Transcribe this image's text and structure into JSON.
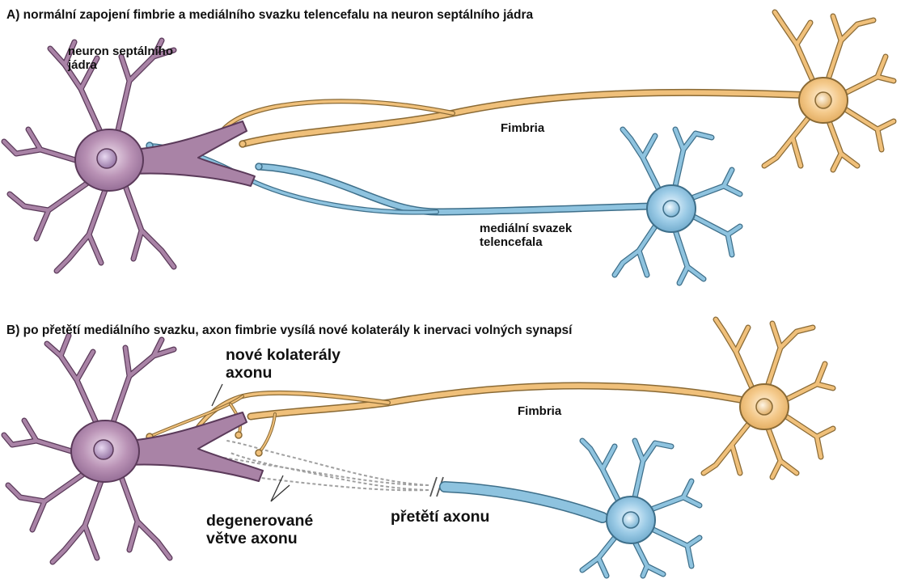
{
  "panel_a": {
    "title": "A) normální zapojení fimbrie a mediálního svazku telencefalu na neuron septálního jádra",
    "neuron_label_line1": "neuron septálního",
    "neuron_label_line2": "jádra",
    "fimbria_label": "Fimbria",
    "bundle_label_line1": "mediální svazek",
    "bundle_label_line2": "telencefala"
  },
  "panel_b": {
    "title": "B) po přetětí mediálního svazku, axon fimbrie vysílá nové kolaterály k inervaci volných synapsí",
    "collaterals_line1": "nové kolaterály",
    "collaterals_line2": "axonu",
    "fimbria_label": "Fimbria",
    "degenerated_line1": "degenerované",
    "degenerated_line2": "větve axonu",
    "cut_label": "přetětí axonu"
  },
  "colors": {
    "septal_neuron": "#a983a6",
    "septal_outline": "#5b3a5a",
    "fimbria_neuron": "#f0c07a",
    "fimbria_outline": "#8a6a35",
    "bundle_neuron": "#8ec3df",
    "bundle_outline": "#3e6f8a",
    "degenerated": "#a0a0a0"
  }
}
